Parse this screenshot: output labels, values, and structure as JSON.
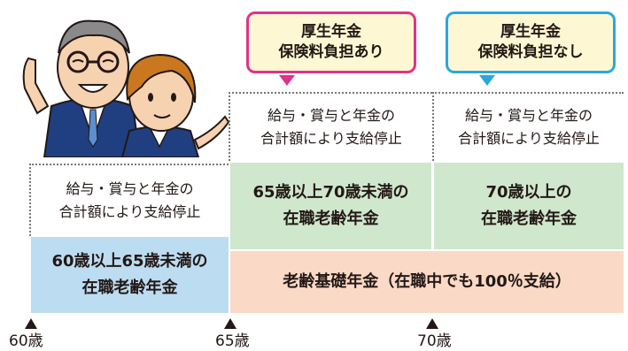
{
  "callouts": {
    "with_premium": "厚生年金\n保険料負担あり",
    "without_premium": "厚生年金\n保険料負担なし"
  },
  "stoppage_text": "給与・賞与と年金の\n合計額により支給停止",
  "blocks": {
    "age_60_65": "60歳以上65歳未満の\n在職老齢年金",
    "age_65_70": "65歳以上70歳未満の\n在職老齢年金",
    "age_70_plus": "70歳以上の\n在職老齢年金",
    "basic_pension": "老齢基礎年金（在職中でも100％支給）"
  },
  "timeline": {
    "age_60": "60歳",
    "age_65": "65歳",
    "age_70": "70歳"
  },
  "colors": {
    "pink": "#e0338a",
    "blue": "#2aa7df",
    "callout_fill": "#fdf8d3",
    "block_blue": "#bcdcf1",
    "block_green": "#cfe7cd",
    "block_peach": "#fbd9c7"
  },
  "illustration": "two-office-workers-illustration"
}
